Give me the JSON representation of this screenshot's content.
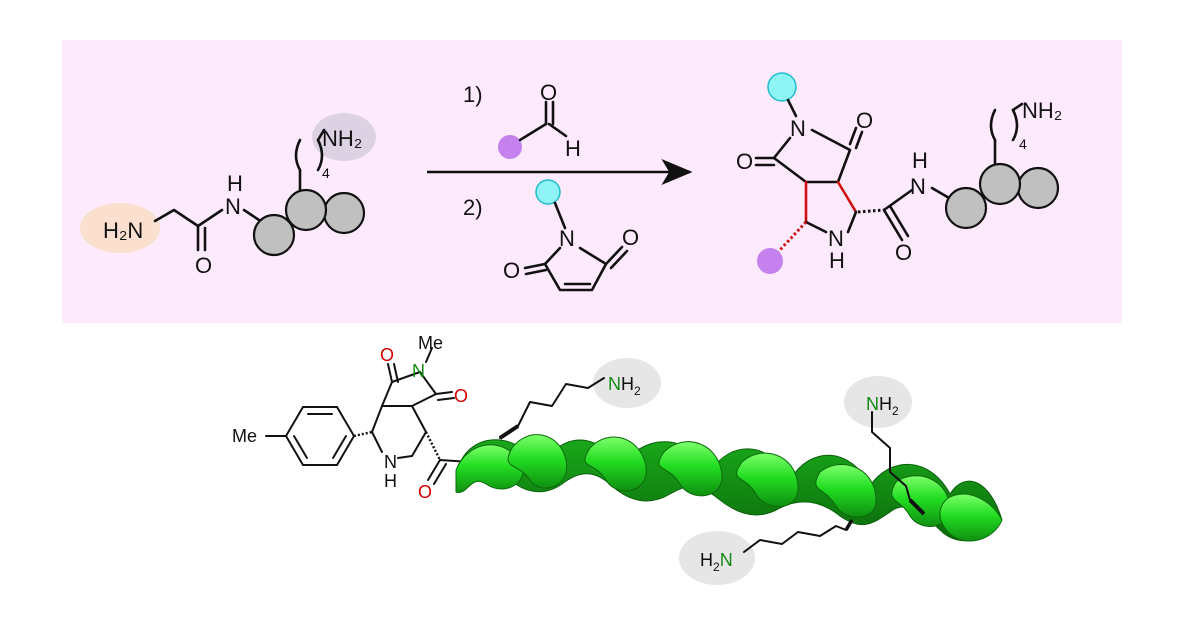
{
  "colors": {
    "panel_background": "#fdeafc",
    "amine_highlight_orange": "#fbe0d0",
    "amine_highlight_lilac": "#ddd1e4",
    "amine_highlight_grey": "#e6e6e6",
    "aldehyde_substituent": "#c582ee",
    "maleimide_substituent": "#8ff4f4",
    "resin_bead": "#c0c0c0",
    "new_bonds": "#d01010",
    "helix": "#22dd22",
    "heteroatom_oxygen": "#d40000",
    "heteroatom_nitrogen": "#148a14"
  },
  "scheme": {
    "starting_material": {
      "amine": "H₂N",
      "amide_nh_top": "H",
      "amide_nh": "N",
      "carbonyl_o": "O",
      "side_chain_amine": "NH₂",
      "repeat_count": "4"
    },
    "steps": {
      "step1_number": "1)",
      "step2_number": "2)",
      "aldehyde_o": "O",
      "aldehyde_h": "H",
      "maleimide_n": "N",
      "maleimide_o_left": "O",
      "maleimide_o_right": "O"
    },
    "product": {
      "imide_n": "N",
      "imide_o_left": "O",
      "imide_o_right": "O",
      "pyrrolidine_n": "N",
      "pyrrolidine_h": "H",
      "amide_n": "N",
      "amide_h": "H",
      "amide_o": "O",
      "side_chain_amine": "NH₂",
      "repeat_count": "4"
    }
  },
  "peptide": {
    "methyl_aryl": "Me",
    "n_methyl": "Me",
    "imide_n": "N",
    "imide_o_top": "O",
    "imide_o_right": "O",
    "pyrrolidine_n": "N",
    "pyrrolidine_h": "H",
    "amide_o": "O",
    "lysine_amines": [
      {
        "n": "N",
        "h": "H",
        "sub": "2"
      },
      {
        "n": "N",
        "h": "H",
        "sub": "2"
      },
      {
        "h": "H",
        "sub": "2",
        "n": "N"
      }
    ]
  }
}
